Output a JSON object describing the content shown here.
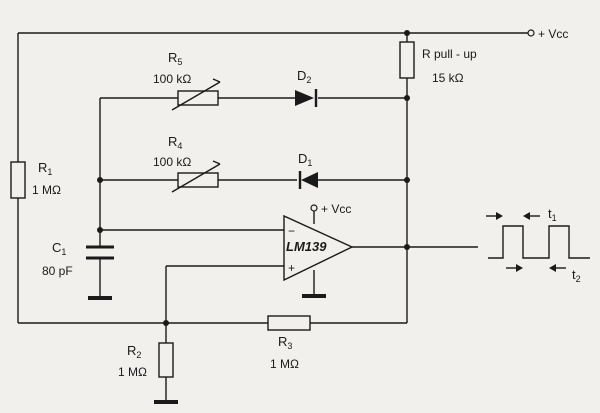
{
  "vcc_main": "+ Vcc",
  "vcc_opamp": "+ Vcc",
  "r5": {
    "name": "R",
    "sub": "5",
    "value": "100 kΩ"
  },
  "r4": {
    "name": "R",
    "sub": "4",
    "value": "100 kΩ"
  },
  "d2": {
    "name": "D",
    "sub": "2"
  },
  "d1": {
    "name": "D",
    "sub": "1"
  },
  "rpull": {
    "name": "R pull - up",
    "value": "15 kΩ"
  },
  "r1": {
    "name": "R",
    "sub": "1",
    "value": "1 MΩ"
  },
  "c1": {
    "name": "C",
    "sub": "1",
    "value": "80 pF"
  },
  "opamp": {
    "name": "LM139",
    "minus": "−",
    "plus": "+"
  },
  "r2": {
    "name": "R",
    "sub": "2",
    "value": "1 MΩ"
  },
  "r3": {
    "name": "R",
    "sub": "3",
    "value": "1 MΩ"
  },
  "timing": {
    "t1": "t",
    "t1_sub": "1",
    "t2": "t",
    "t2_sub": "2"
  },
  "colors": {
    "ink": "#1a1a1a",
    "paper": "#f2f0ec"
  }
}
